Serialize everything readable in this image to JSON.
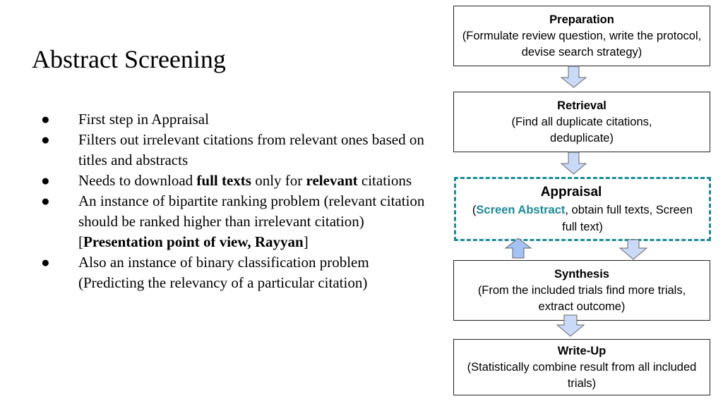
{
  "slide": {
    "title": "Abstract Screening",
    "bullet_glyph": "●",
    "bullets": [
      {
        "text": "First step in Appraisal"
      },
      {
        "text": "Filters out irrelevant citations from relevant ones based on titles and abstracts"
      },
      {
        "pre": "Needs to download ",
        "bold1": "full texts",
        "mid": " only for ",
        "bold2": "relevant",
        "post": " citations"
      },
      {
        "pre": "An instance of bipartite ranking problem (relevant citation should be ranked higher than irrelevant citation) [",
        "bold": "Presentation point of view, Rayyan",
        "post": "]"
      },
      {
        "text": "Also an instance of binary classification problem (Predicting the relevancy of a particular citation)"
      }
    ]
  },
  "flow": {
    "preparation": {
      "head": "Preparation",
      "desc": "(Formulate review question, write the protocol, devise search strategy)"
    },
    "retrieval": {
      "head": "Retrieval",
      "desc": "(Find all duplicate citations, deduplicate)"
    },
    "appraisal": {
      "head": "Appraisal",
      "open": "(",
      "highlight": "Screen Abstract",
      "rest": ", obtain full texts, Screen full text)"
    },
    "synthesis": {
      "head": "Synthesis",
      "desc": "(From the included trials find more trials, extract outcome)"
    },
    "writeup": {
      "head": "Write-Up",
      "desc": "(Statistically combine result from all included trials)"
    }
  },
  "colors": {
    "accent": "#1a8a99",
    "arrow_fill": "#c9daf8",
    "arrow_fill_up": "#a4c2f4",
    "arrow_stroke": "#666666"
  }
}
